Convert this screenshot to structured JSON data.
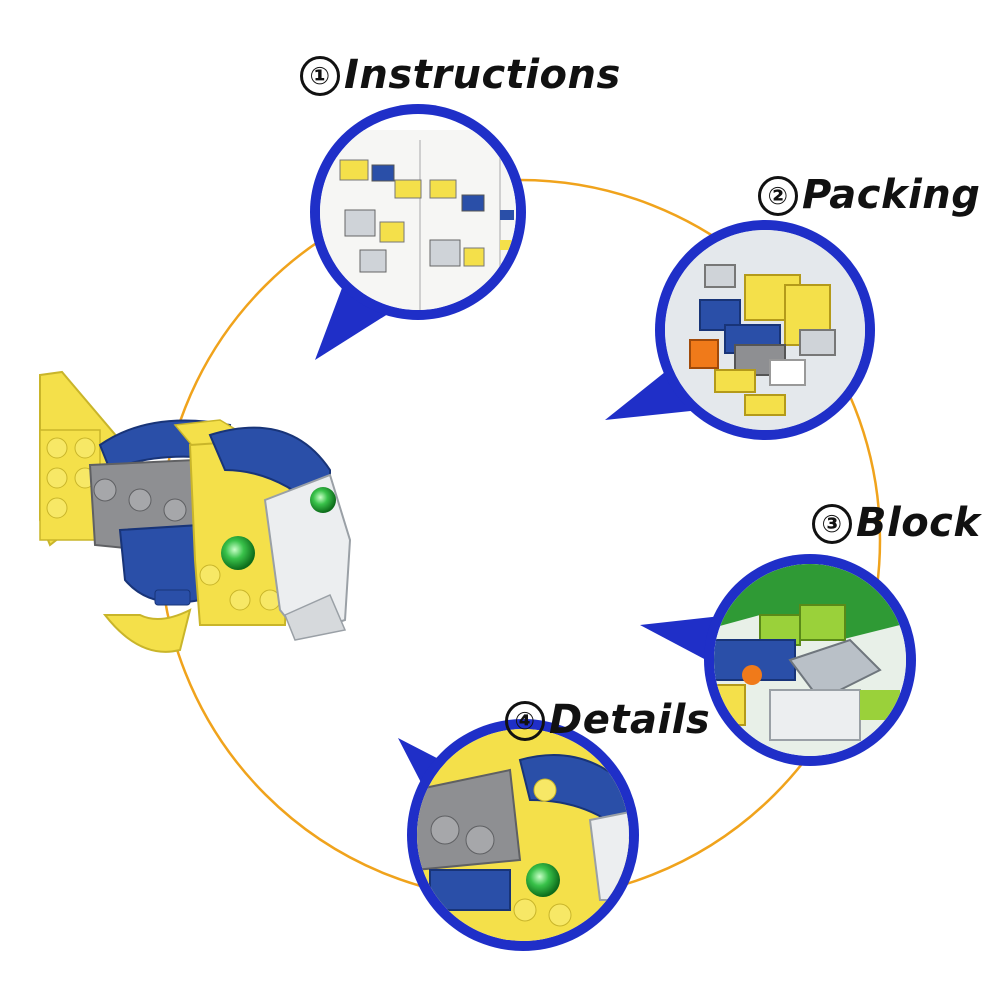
{
  "colors": {
    "ring": "#f0a31c",
    "bubble": "#1f2fc8",
    "yellow": "#f4e04a",
    "blue": "#2a4fa8",
    "grey": "#8e8f92",
    "white": "#eceef0",
    "green": "#39c24a",
    "orange": "#f07a1a"
  },
  "steps": [
    {
      "number": "①",
      "title": "Instructions"
    },
    {
      "number": "②",
      "title": "Packing"
    },
    {
      "number": "③",
      "title": "Block"
    },
    {
      "number": "④",
      "title": "Details"
    }
  ]
}
